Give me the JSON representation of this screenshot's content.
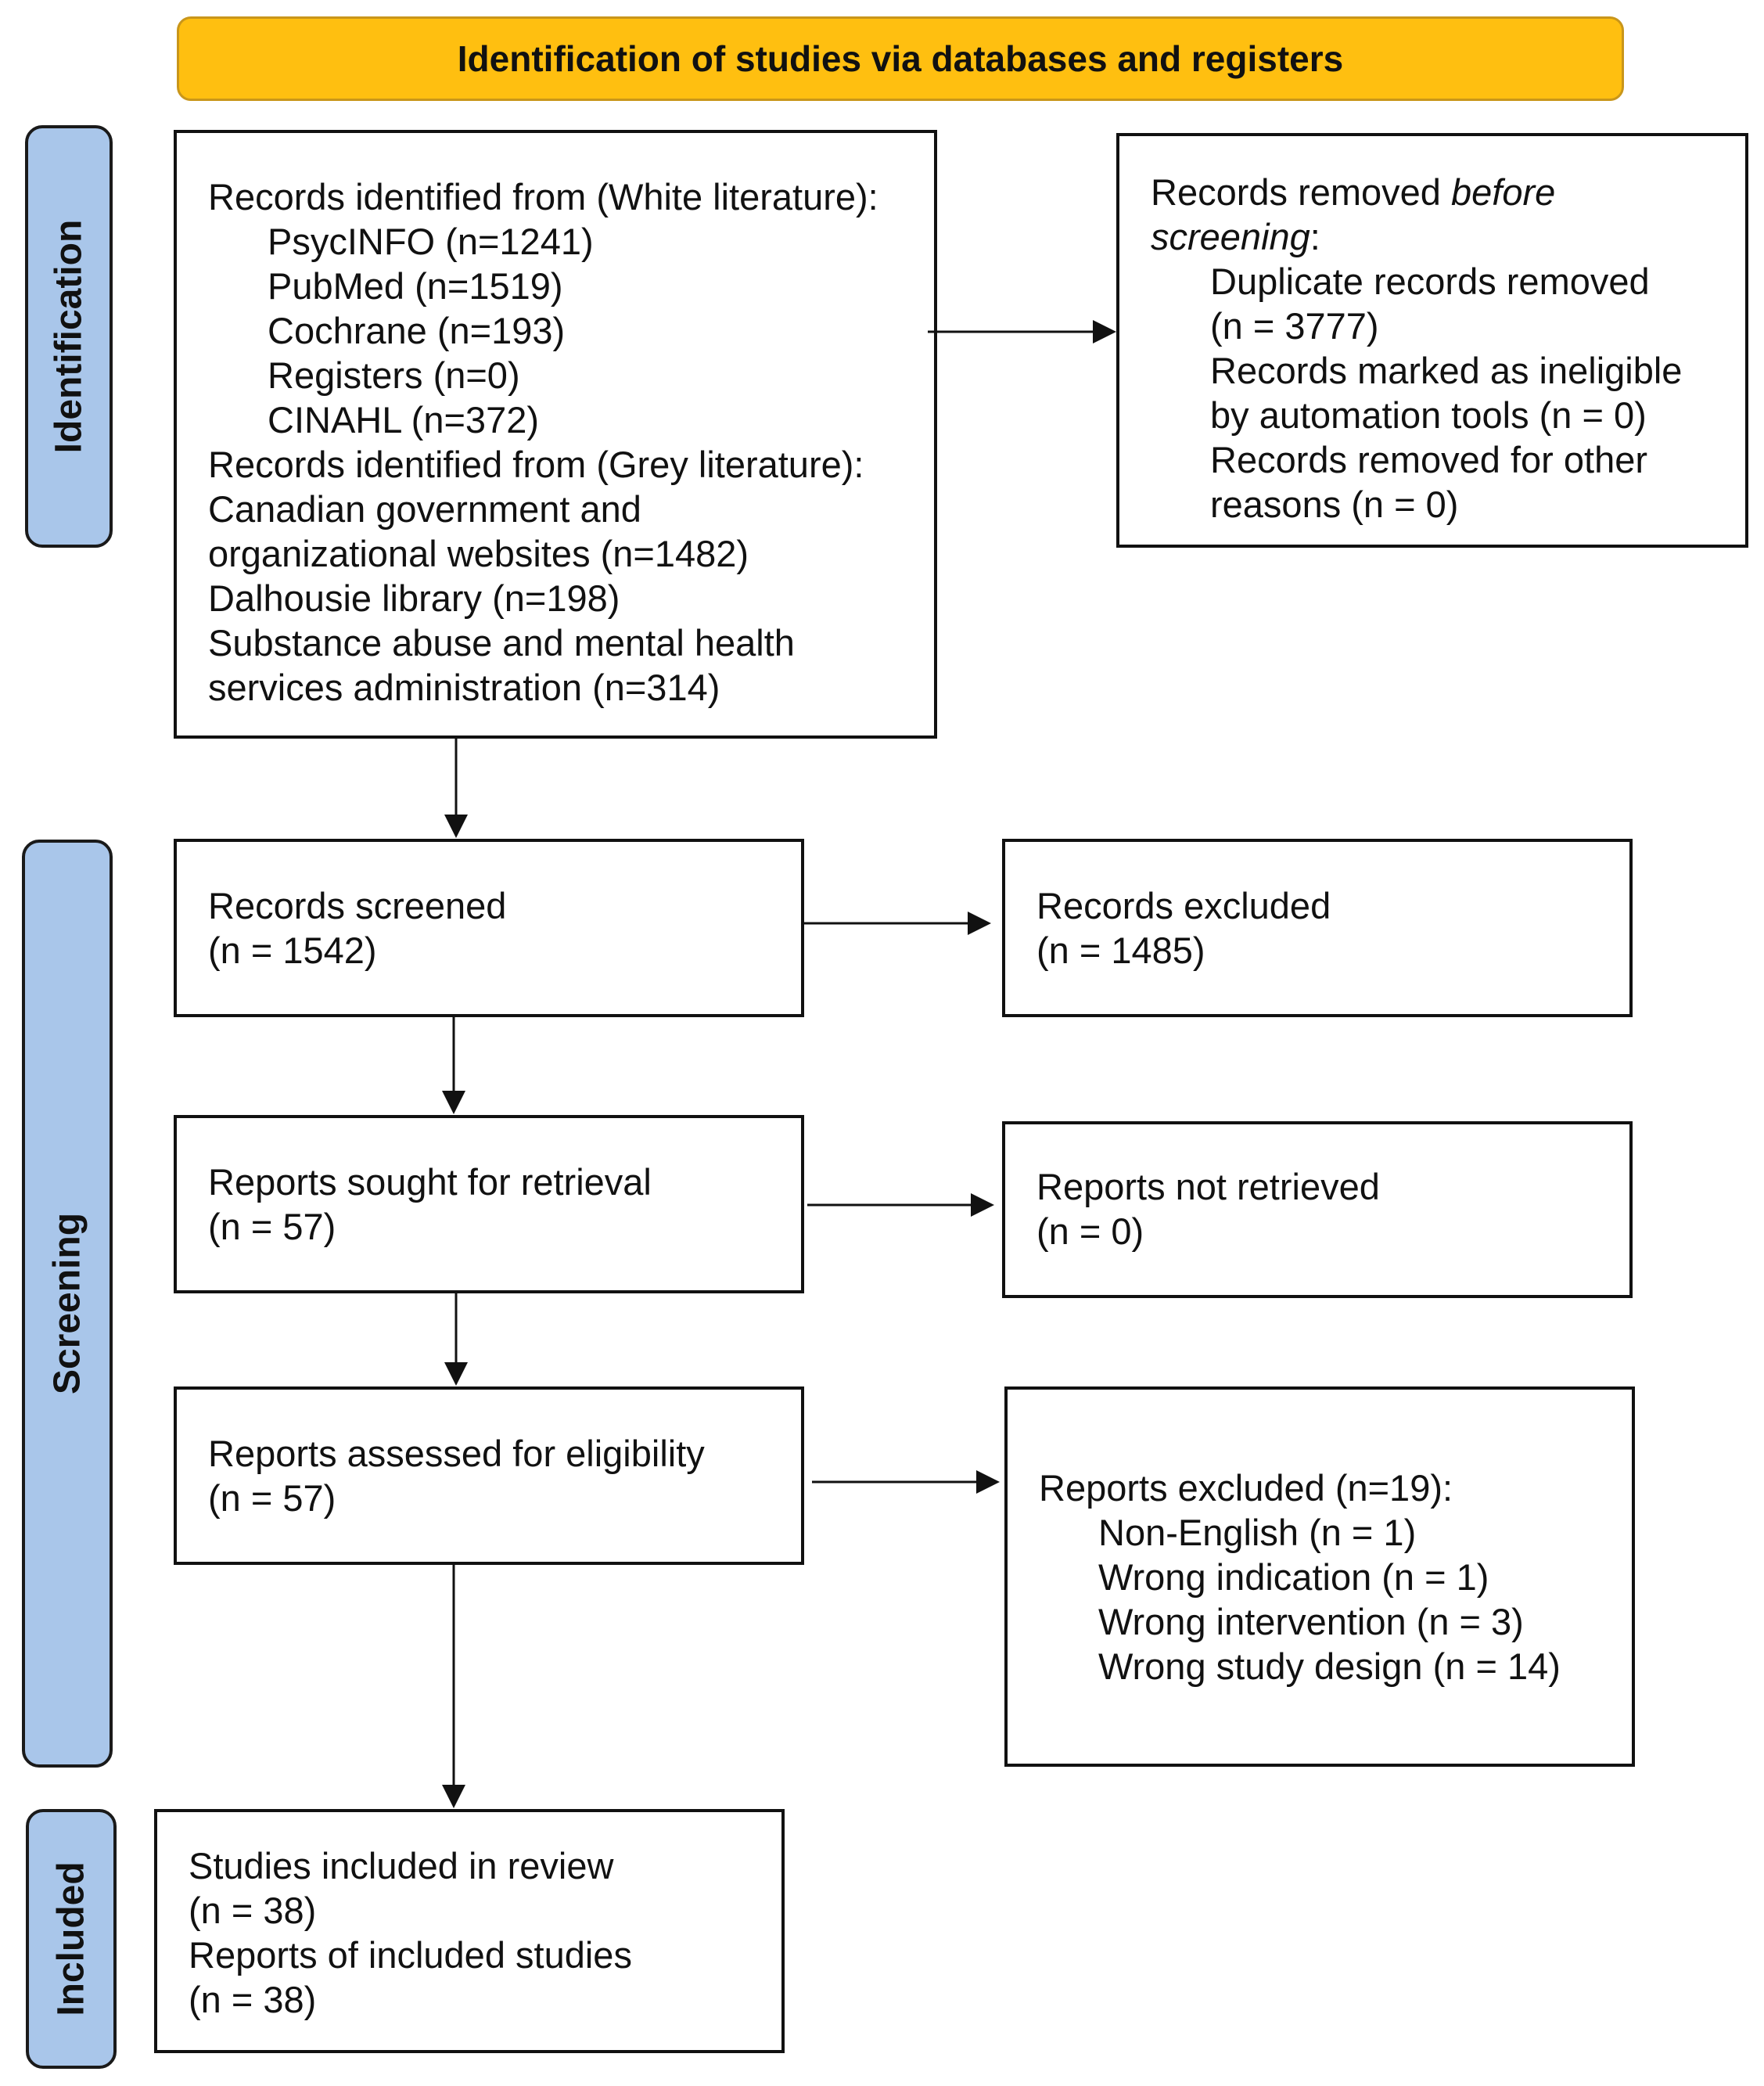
{
  "banner": "Identification of studies via databases and registers",
  "phases": {
    "identification": "Identification",
    "screening": "Screening",
    "included": "Included"
  },
  "identified": {
    "white_heading": "Records identified from (White literature):",
    "white_sources": [
      "PsycINFO (n=1241)",
      "PubMed (n=1519)",
      "Cochrane (n=193)",
      "Registers (n=0)",
      "CINAHL (n=372)"
    ],
    "grey_heading": "Records identified from (Grey literature):",
    "grey_lines": [
      "Canadian government and",
      "organizational websites (n=1482)",
      "Dalhousie library (n=198)",
      "Substance abuse and mental health",
      "services administration (n=314)"
    ]
  },
  "removed": {
    "heading_start": "Records removed ",
    "heading_italic": "before",
    "heading_italic_2": "screening",
    "heading_colon": ":",
    "lines": [
      "Duplicate records removed",
      "(n = 3777)",
      "Records marked as ineligible",
      "by automation tools (n = 0)",
      "Records removed for other",
      "reasons (n = 0)"
    ]
  },
  "screened": {
    "label": "Records screened",
    "count": "(n = 1542)"
  },
  "excluded": {
    "label": "Records excluded",
    "count": "(n = 1485)"
  },
  "sought": {
    "label": "Reports sought for retrieval",
    "count": "(n = 57)"
  },
  "not_retrieved": {
    "label": "Reports not retrieved",
    "count": "(n = 0)"
  },
  "assessed": {
    "label": "Reports assessed for eligibility",
    "count": "(n = 57)"
  },
  "reports_excluded": {
    "heading": "Reports excluded (n=19):",
    "reasons": [
      "Non-English (n = 1)",
      "Wrong indication (n = 1)",
      "Wrong intervention (n = 3)",
      "Wrong study design (n = 14)"
    ]
  },
  "included": {
    "lines": [
      "Studies included in review",
      "(n = 38)",
      "Reports of included studies",
      "(n = 38)"
    ]
  }
}
